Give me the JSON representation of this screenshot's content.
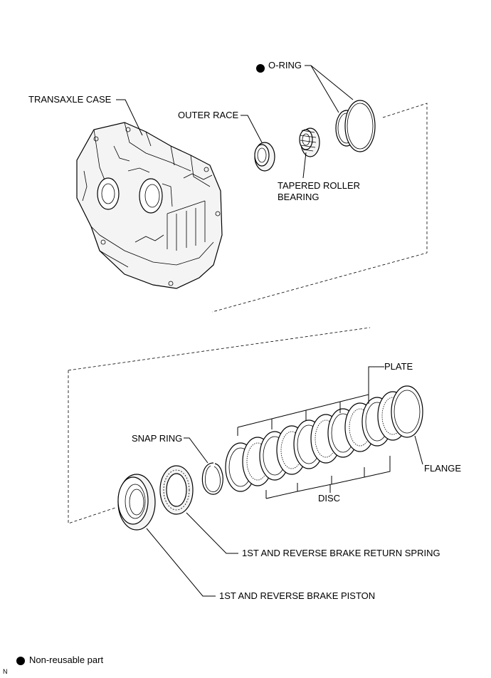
{
  "labels": {
    "o_ring": "O-RING",
    "transaxle_case": "TRANSAXLE CASE",
    "outer_race": "OUTER RACE",
    "tapered_roller_bearing_1": "TAPERED ROLLER",
    "tapered_roller_bearing_2": "BEARING",
    "plate": "PLATE",
    "snap_ring": "SNAP RING",
    "flange": "FLANGE",
    "disc": "DISC",
    "return_spring": "1ST AND REVERSE BRAKE RETURN SPRING",
    "piston": "1ST AND REVERSE BRAKE PISTON"
  },
  "legend": {
    "non_reusable": "Non-reusable part",
    "marker_icon": "filled-circle-icon"
  },
  "corner_mark": "N"
}
